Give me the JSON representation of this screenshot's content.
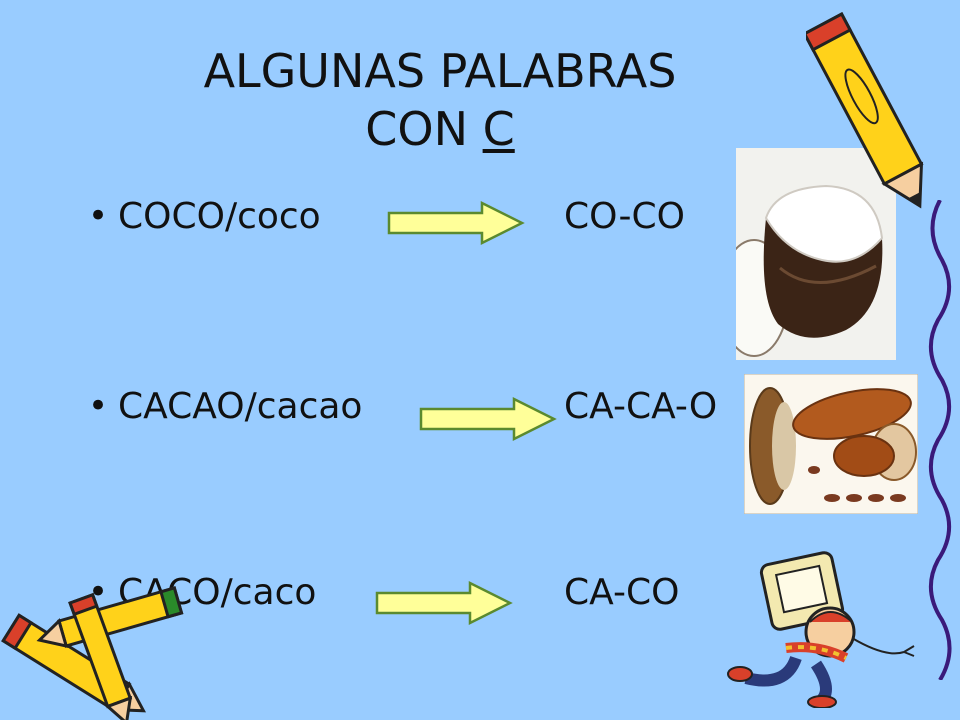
{
  "slide": {
    "title_line1": "ALGUNAS PALABRAS",
    "title_line2_prefix": "CON ",
    "title_line2_letter": "C",
    "bullet_glyph": "•",
    "rows": [
      {
        "word": "COCO/coco",
        "syllables": "CO-CO"
      },
      {
        "word": "CACAO/cacao",
        "syllables": "CA-CA-O"
      },
      {
        "word": "CACO/caco",
        "syllables": "CA-CO"
      }
    ]
  },
  "colors": {
    "background": "#99ccff",
    "arrow_fill": "#ffff99",
    "arrow_stroke": "#5b8a2f"
  },
  "icons": [
    "arrow-right-icon",
    "pencil-icon",
    "coconut-image",
    "cacao-image",
    "thief-clipart"
  ]
}
